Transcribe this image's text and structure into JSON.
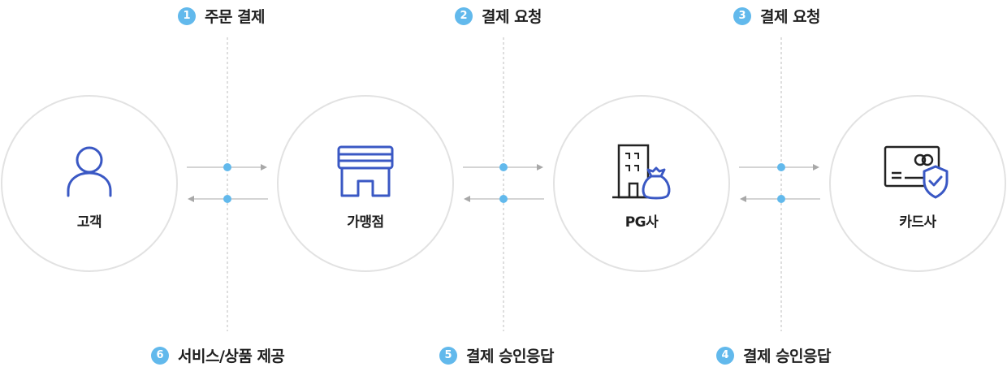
{
  "nodes": [
    {
      "label": "고객",
      "icon": "person-icon"
    },
    {
      "label": "가맹점",
      "icon": "storefront-icon"
    },
    {
      "label": "PG사",
      "icon": "building-moneybag-icon"
    },
    {
      "label": "카드사",
      "icon": "card-shield-icon"
    }
  ],
  "steps_top": [
    {
      "num": "1",
      "text": "주문 결제"
    },
    {
      "num": "2",
      "text": "결제 요청"
    },
    {
      "num": "3",
      "text": "결제 요청"
    }
  ],
  "steps_bottom": [
    {
      "num": "6",
      "text": "서비스/상품 제공"
    },
    {
      "num": "5",
      "text": "결제 승인응답"
    },
    {
      "num": "4",
      "text": "결제 승인응답"
    }
  ],
  "colors": {
    "accent": "#62b9ec",
    "icon_stroke": "#3a58c4",
    "circle_border": "#e2e2e2",
    "arrow": "#a8a8a8"
  }
}
